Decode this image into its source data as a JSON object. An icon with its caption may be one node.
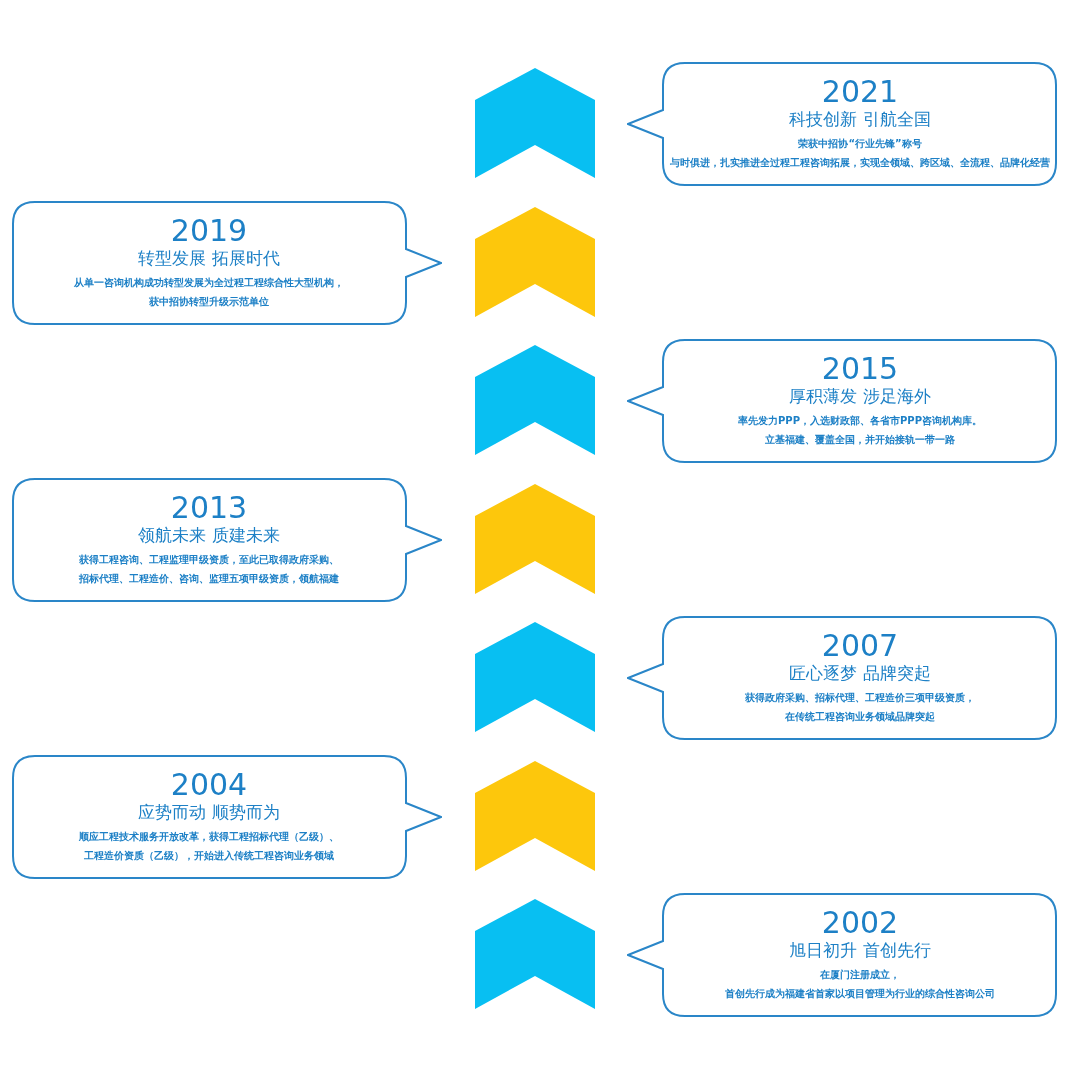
{
  "diagram": {
    "nodes": [
      {
        "text": [
          "2021",
          "科技创新 引航全国",
          "荣获中招协“行业先锋”称号",
          "与时俱进，扎实推进全过程工程咨询拓展，实现全领域、跨区域、全流程、品牌化经营"
        ]
      },
      {
        "text": [],
        "shape": "chevron"
      },
      {
        "text": [
          "2019",
          "转型发展 拓展时代",
          "从单一咨询机构成功转型发展为全过程工程综合性大型机构，",
          "获中招协转型升级示范单位"
        ]
      },
      {
        "text": [],
        "shape": "chevron"
      },
      {
        "text": [
          "2015",
          "厚积薄发 涉足海外",
          "率先发力PPP，入选财政部、各省市PPP咨询机构库。",
          "立基福建、覆盖全国，并开始接轨一带一路"
        ]
      },
      {
        "text": [],
        "shape": "chevron"
      },
      {
        "text": [
          "2013",
          "领航未来 质建未来",
          "获得工程咨询、工程监理甲级资质，至此已取得政府采购、",
          "招标代理、工程造价、咨询、监理五项甲级资质，领航福建"
        ]
      },
      {
        "text": [],
        "shape": "chevron"
      },
      {
        "text": [
          "2007",
          "匠心逐梦 品牌突起",
          "获得政府采购、招标代理、工程造价三项甲级资质，",
          "在传统工程咨询业务领域品牌突起"
        ]
      },
      {
        "text": [],
        "shape": "chevron"
      },
      {
        "text": [
          "2004",
          "应势而动 顺势而为",
          "顺应工程技术服务开放改革，获得工程招标代理（乙级）、",
          "工程造价资质（乙级），开始进入传统工程咨询业务领域"
        ]
      },
      {
        "text": [],
        "shape": "chevron"
      },
      {
        "text": [
          "2002",
          "旭日初升 首创先行",
          "在厦门注册成立，",
          "首创先行成为福建省首家以项目管理为行业的综合性咨询公司"
        ]
      },
      {
        "text": [],
        "shape": "chevron"
      }
    ]
  }
}
